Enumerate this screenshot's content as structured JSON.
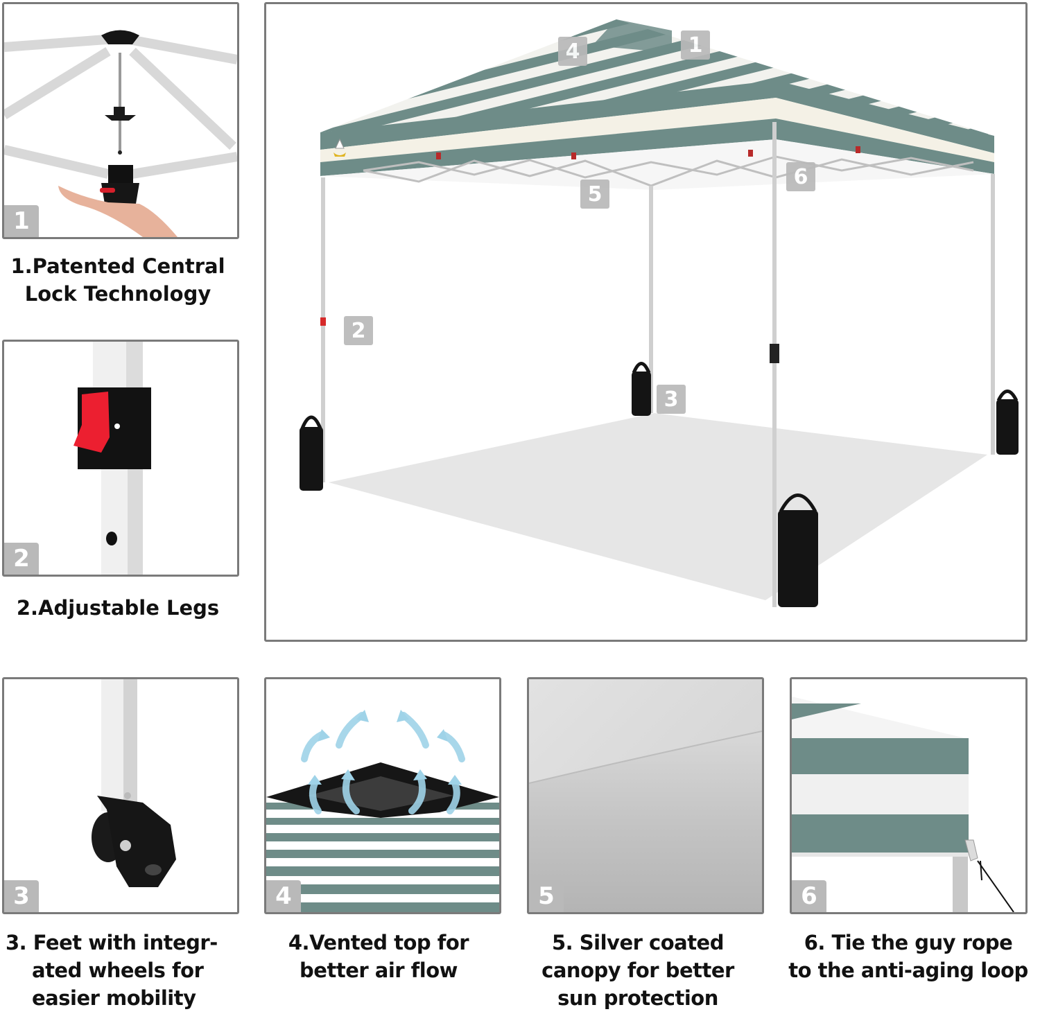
{
  "features": [
    {
      "number": "1",
      "caption_lines": [
        "1.Patented Central",
        "Lock Technology"
      ]
    },
    {
      "number": "2",
      "caption_lines": [
        "2.Adjustable Legs"
      ]
    },
    {
      "number": "3",
      "caption_lines": [
        "3. Feet with integr-",
        "ated wheels for",
        "easier mobility"
      ]
    },
    {
      "number": "4",
      "caption_lines": [
        "4.Vented top for",
        "better air flow"
      ]
    },
    {
      "number": "5",
      "caption_lines": [
        "5. Silver coated",
        "canopy for better",
        "sun protection"
      ]
    },
    {
      "number": "6",
      "caption_lines": [
        "6. Tie the guy rope",
        "to the anti-aging loop"
      ]
    }
  ],
  "main_image": {
    "callouts": [
      "4",
      "1",
      "5",
      "6",
      "2",
      "3"
    ]
  },
  "colors": {
    "stripe_green": "#6e8c88",
    "frame_border": "#7a7a7a",
    "badge_gray": "#b9b9b9",
    "lever_red": "#e8202f",
    "airflow_blue": "#9fd3e8"
  }
}
